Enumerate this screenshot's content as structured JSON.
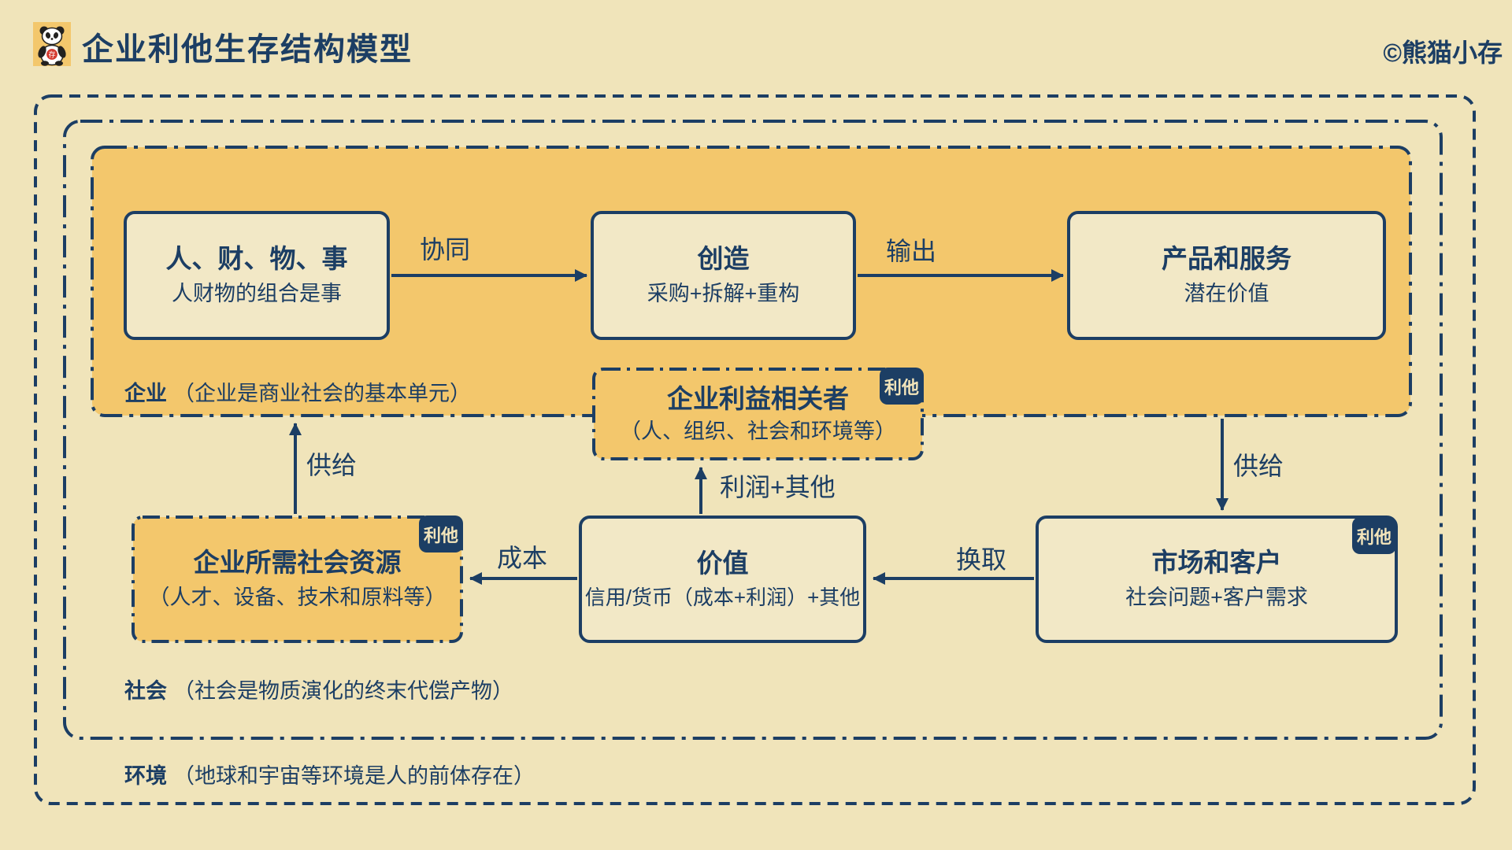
{
  "header": {
    "title": "企业利他生存结构模型",
    "copyright": "©熊猫小存",
    "icon_char": "存"
  },
  "regions": {
    "enterprise": {
      "label": "企业",
      "description": "（企业是商业社会的基本单元）"
    },
    "society": {
      "label": "社会",
      "description": "（社会是物质演化的终末代偿产物）"
    },
    "environment": {
      "label": "环境",
      "description": "（地球和宇宙等环境是人的前体存在）"
    }
  },
  "nodes": {
    "people": {
      "title": "人、财、物、事",
      "subtitle": "人财物的组合是事"
    },
    "create": {
      "title": "创造",
      "subtitle": "采购+拆解+重构"
    },
    "product": {
      "title": "产品和服务",
      "subtitle": "潜在价值"
    },
    "stakeholder": {
      "title": "企业利益相关者",
      "subtitle": "（人、组织、社会和环境等）",
      "badge": "利他"
    },
    "resource": {
      "title": "企业所需社会资源",
      "subtitle": "（人才、设备、技术和原料等）",
      "badge": "利他"
    },
    "value": {
      "title": "价值",
      "subtitle": "信用/货币（成本+利润）+其他"
    },
    "market": {
      "title": "市场和客户",
      "subtitle": "社会问题+客户需求",
      "badge": "利他"
    }
  },
  "edges": {
    "collaborate": "协同",
    "output": "输出",
    "supply_left": "供给",
    "supply_right": "供给",
    "profit": "利润+其他",
    "cost": "成本",
    "exchange": "换取"
  },
  "colors": {
    "background": "#F0E4BA",
    "panel_orange": "#F3C76C",
    "navy": "#1C3E64",
    "box_fill": "#F2E8C6",
    "badge_text": "#F2E4BA",
    "icon_red": "#D43A2F"
  }
}
